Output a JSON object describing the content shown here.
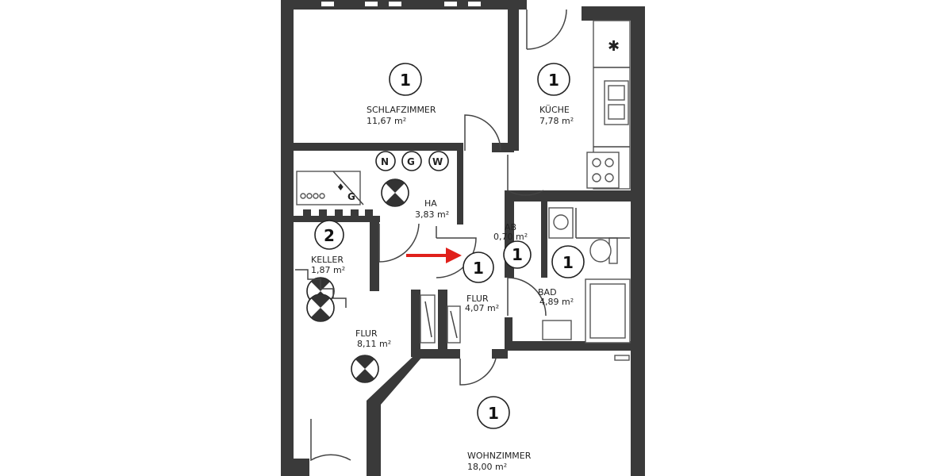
{
  "rooms": {
    "schlafzimmer": {
      "number": "1",
      "name": "SCHLAFZIMMER",
      "area": "11,67 m²"
    },
    "kueche": {
      "number": "1",
      "name": "KÜCHE",
      "area": "7,78 m²"
    },
    "ha": {
      "name": "HA",
      "area": "3,83 m²"
    },
    "ab": {
      "number": "1",
      "name": "AB",
      "area": "0,70 m²"
    },
    "keller": {
      "number": "2",
      "name": "KELLER",
      "area": "1,87 m²"
    },
    "flur_small": {
      "number": "1",
      "name": "FLUR",
      "area": "4,07 m²"
    },
    "bad": {
      "number": "1",
      "name": "BAD",
      "area": "4,89 m²"
    },
    "flur_large": {
      "name": "FLUR",
      "area": "8,11 m²"
    },
    "wohnzimmer": {
      "number": "1",
      "name": "WOHNZIMMER",
      "area": "18,00 m²"
    }
  },
  "meters": {
    "n": "N",
    "g": "G",
    "w": "W"
  },
  "keller_g": "G",
  "stove_symbol": "✱",
  "arrow_color": "#e0201b",
  "wall_color": "#3a3a3a"
}
